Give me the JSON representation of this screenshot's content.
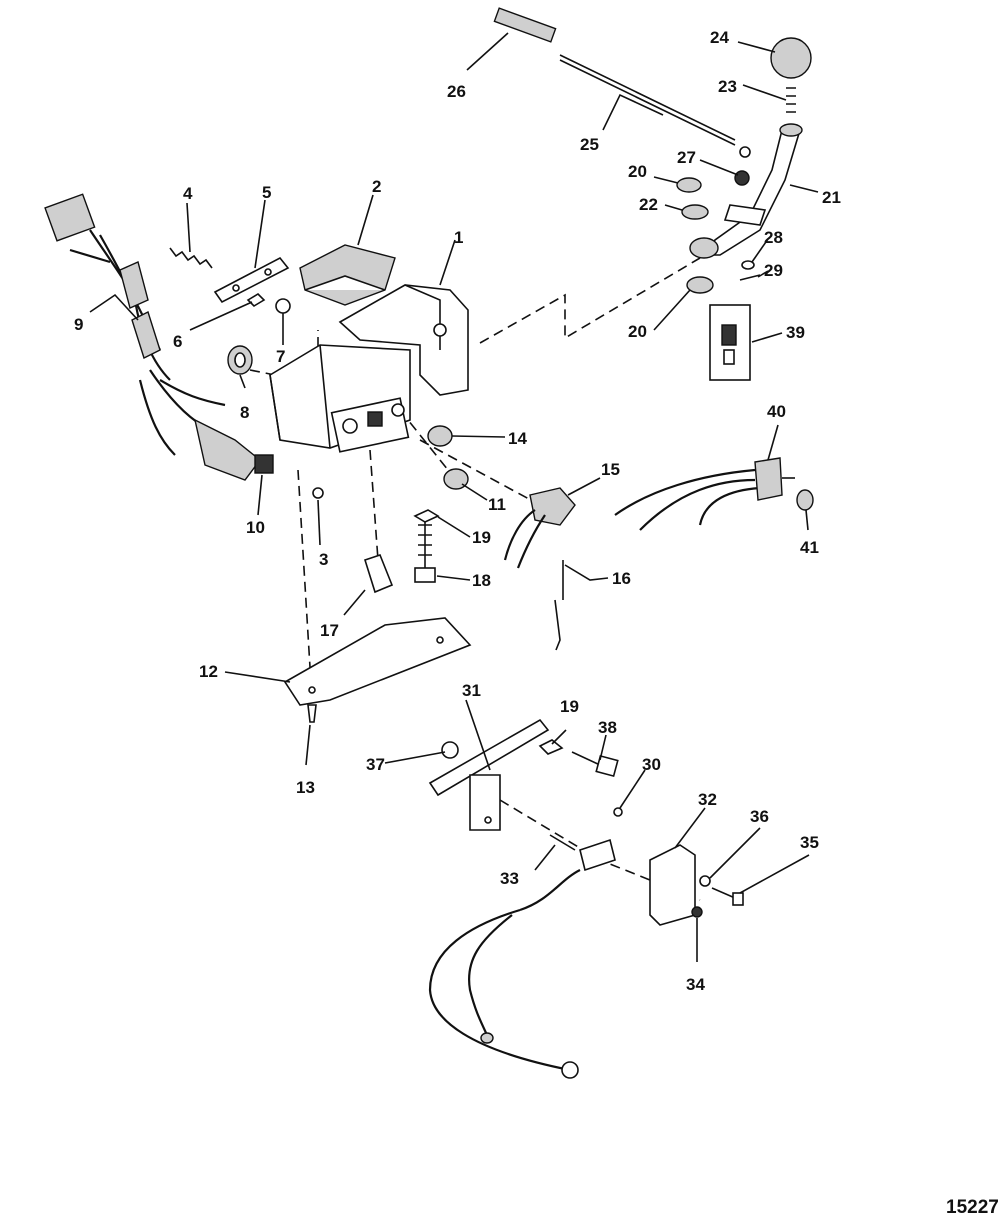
{
  "drawing_ref": "15227",
  "callouts": [
    "1",
    "2",
    "3",
    "4",
    "5",
    "6",
    "7",
    "8",
    "9",
    "10",
    "11",
    "12",
    "13",
    "14",
    "15",
    "16",
    "17",
    "18",
    "19",
    "19",
    "20",
    "20",
    "21",
    "22",
    "23",
    "24",
    "25",
    "26",
    "27",
    "28",
    "29",
    "30",
    "31",
    "32",
    "33",
    "34",
    "35",
    "36",
    "37",
    "38",
    "39",
    "40",
    "41"
  ]
}
